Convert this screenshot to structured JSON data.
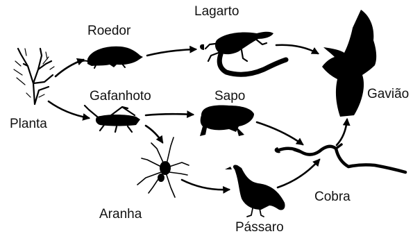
{
  "diagram": {
    "organisms": {
      "plant": "Planta",
      "rodent": "Roedor",
      "lizard": "Lagarto",
      "hawk": "Gavião",
      "grasshopper": "Gafanhoto",
      "toad": "Sapo",
      "spider": "Aranha",
      "bird": "Pássaro",
      "snake": "Cobra"
    },
    "links": [
      {
        "from": "Planta",
        "to": "Roedor"
      },
      {
        "from": "Planta",
        "to": "Gafanhoto"
      },
      {
        "from": "Roedor",
        "to": "Lagarto"
      },
      {
        "from": "Lagarto",
        "to": "Gavião"
      },
      {
        "from": "Gafanhoto",
        "to": "Sapo"
      },
      {
        "from": "Gafanhoto",
        "to": "Aranha"
      },
      {
        "from": "Sapo",
        "to": "Cobra"
      },
      {
        "from": "Aranha",
        "to": "Pássaro"
      },
      {
        "from": "Pássaro",
        "to": "Cobra"
      },
      {
        "from": "Cobra",
        "to": "Gavião"
      }
    ],
    "colors": {
      "ink": "#000000",
      "background": "#ffffff"
    }
  }
}
